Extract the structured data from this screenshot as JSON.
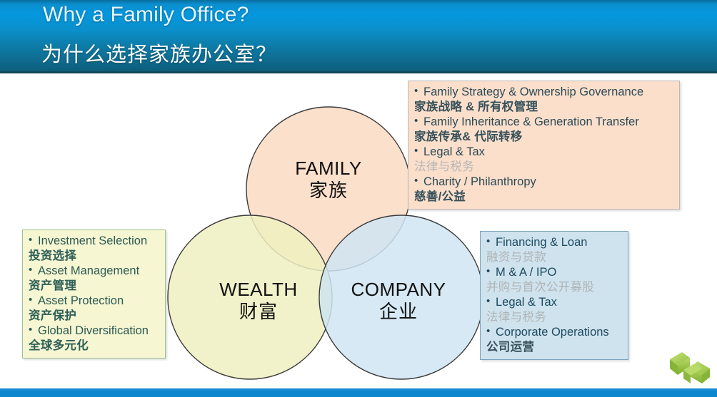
{
  "header": {
    "title_en": "Why a Family Office?",
    "title_cn": "为什么选择家族办公室？",
    "bg_start": "#0a6d9e",
    "bg_mid": "#0497de",
    "bg_end": "#0d5872"
  },
  "venn": {
    "circles": [
      {
        "id": "family",
        "en": "FAMILY",
        "cn": "家族",
        "color": "#fbddc8"
      },
      {
        "id": "wealth",
        "en": "WEALTH",
        "cn": "财富",
        "color": "#eff0c0"
      },
      {
        "id": "company",
        "en": "COMPANY",
        "cn": "企业",
        "color": "#cfe5f2"
      }
    ],
    "stroke": "#3b3b3b"
  },
  "boxes": {
    "family": {
      "bg": "#fbdfcb",
      "border": "#b9b9b9",
      "items": [
        {
          "en": "Family Strategy & Ownership Governance",
          "cn": "家族战略 & 所有权管理"
        },
        {
          "en": "Family Inheritance & Generation Transfer",
          "cn": "家族传承& 代际转移"
        },
        {
          "en": "Legal & Tax",
          "cn": "法律与税务"
        },
        {
          "en": "Charity / Philanthropy",
          "cn": "慈善/公益"
        }
      ]
    },
    "wealth": {
      "bg": "#f6f6d3",
      "border": "#9cbf8e",
      "items": [
        {
          "en": "Investment Selection",
          "cn": "投资选择"
        },
        {
          "en": "Asset Management",
          "cn": "资产管理"
        },
        {
          "en": "Asset Protection",
          "cn": "资产保护"
        },
        {
          "en": "Global Diversification",
          "cn": "全球多元化"
        }
      ]
    },
    "company": {
      "bg": "#cfe3ee",
      "border": "#7ba3bb",
      "items": [
        {
          "en": "Financing & Loan",
          "cn": "融资与贷款"
        },
        {
          "en": "M & A / IPO",
          "cn": "并购与首次公开募股"
        },
        {
          "en": "Legal & Tax",
          "cn": "法律与税务"
        },
        {
          "en": "Corporate Operations",
          "cn": "公司运营"
        }
      ]
    }
  },
  "logo": {
    "name": "green-pinwheel-logo",
    "color": "#a5cd4e"
  },
  "footer": {
    "color": "#0b86cf"
  }
}
